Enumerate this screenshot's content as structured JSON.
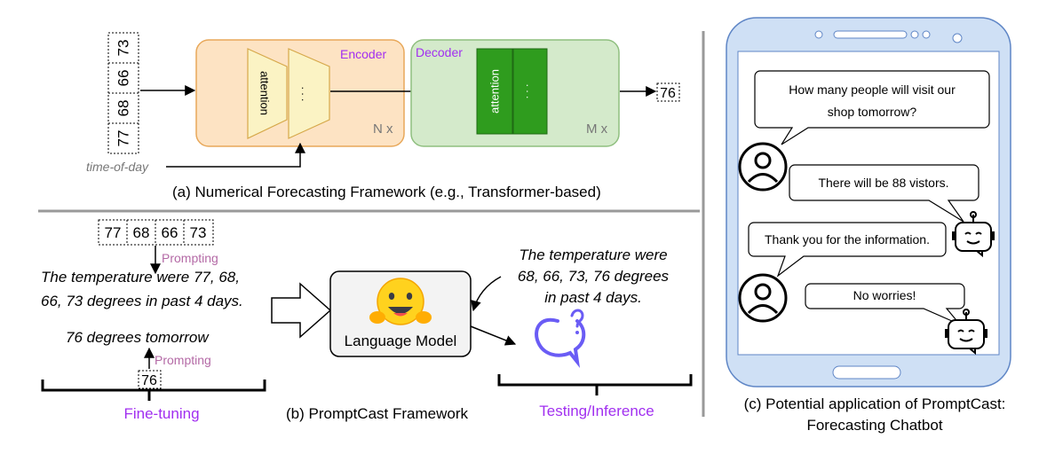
{
  "framework_a": {
    "input_numbers": [
      "73",
      "66",
      "68",
      "77"
    ],
    "time_label": "time-of-day",
    "encoder_label": "Encoder",
    "decoder_label": "Decoder",
    "attention_label": "attention",
    "dots": ". . .",
    "encoder_repeat": "N x",
    "decoder_repeat": "M x",
    "output_value": "76",
    "caption": "(a) Numerical Forecasting Framework (e.g., Transformer-based)"
  },
  "framework_b": {
    "input_numbers": [
      "77",
      "68",
      "66",
      "73"
    ],
    "prompting_label": "Prompting",
    "input_sentence_lines": [
      "The temperature were 77, 68,",
      "66, 73 degrees in past 4 days."
    ],
    "output_sentence": "76 degrees tomorrow",
    "output_value": "76",
    "model_label": "Language Model",
    "fine_tuning_label": "Fine-tuning",
    "testing_label": "Testing/Inference",
    "test_sentence_lines": [
      "The temperature were",
      "68, 66, 73, 76 degrees",
      "in past 4 days."
    ],
    "caption": "(b) PromptCast Framework"
  },
  "chatbot": {
    "messages": [
      {
        "lines": [
          "How many people will visit our",
          "shop tomorrow?"
        ]
      },
      {
        "lines": [
          "There will be 88 vistors."
        ]
      },
      {
        "lines": [
          "Thank you for the information."
        ]
      },
      {
        "lines": [
          "No worries!"
        ]
      }
    ],
    "caption_lines": [
      "(c) Potential application of PromptCast:",
      "Forecasting Chatbot"
    ]
  },
  "colors": {
    "encoder_fill": "#fde3c3",
    "encoder_stroke": "#e8a85a",
    "decoder_fill": "#d4eacb",
    "decoder_stroke": "#8fbf7f",
    "attention_fill": "#fbf3c4",
    "decoder_block": "#2f9c1e",
    "accent_purple": "#a12ff0",
    "prompt_pink": "#b46aa6",
    "phone_fill": "#cfe0f5",
    "phone_stroke": "#5f86c6",
    "chat_icon": "#6a5cf5"
  }
}
